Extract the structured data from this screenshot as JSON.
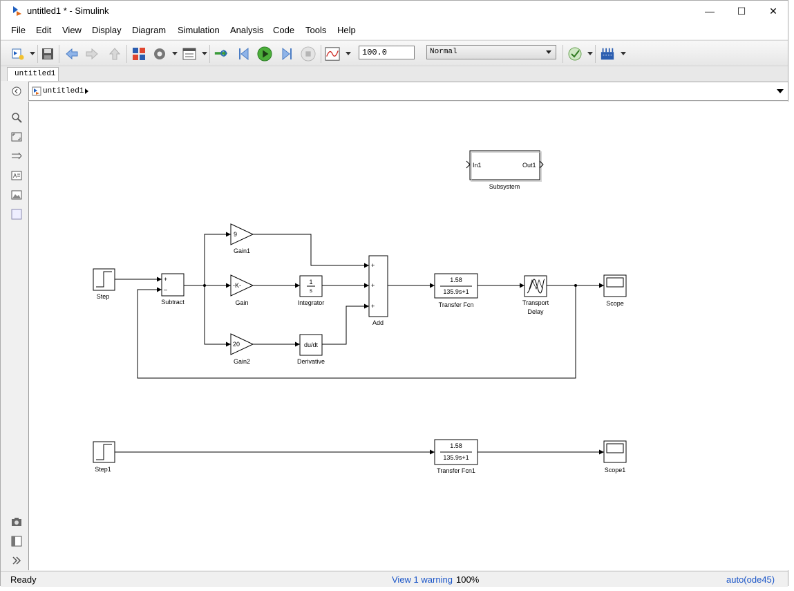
{
  "window": {
    "title": "untitled1 * - Simulink",
    "controls": {
      "minimize": "—",
      "maximize": "☐",
      "close": "✕"
    }
  },
  "menu": {
    "items": [
      "File",
      "Edit",
      "View",
      "Display",
      "Diagram",
      "Simulation",
      "Analysis",
      "Code",
      "Tools",
      "Help"
    ]
  },
  "toolbar": {
    "stop_time": "100.0",
    "sim_mode": "Normal",
    "icons": [
      "new-model-icon",
      "save-icon",
      "back-icon",
      "forward-icon",
      "up-icon",
      "library-browser-icon",
      "model-config-icon",
      "model-explorer-icon",
      "step-back-icon",
      "run-icon",
      "step-forward-icon",
      "stop-icon",
      "data-inspector-icon",
      "model-advisor-icon",
      "build-icon"
    ]
  },
  "tab": {
    "label": "untitled1"
  },
  "address": {
    "path": "untitled1"
  },
  "palette": {
    "icons": [
      "zoom-icon",
      "fit-view-icon",
      "arrow-icon",
      "annotation-icon",
      "image-icon",
      "area-icon",
      "camera-icon",
      "model-browser-icon",
      "expand-icon"
    ]
  },
  "blocks": {
    "subsystem": {
      "label": "Subsystem",
      "in": "In1",
      "out": "Out1"
    },
    "step": {
      "label": "Step"
    },
    "subtract": {
      "label": "Subtract",
      "plus": "+",
      "minus": "–"
    },
    "gain1": {
      "label": "Gain1",
      "value": "9"
    },
    "gain": {
      "label": "Gain",
      "value": "-K-"
    },
    "gain2": {
      "label": "Gain2",
      "value": "20"
    },
    "integrator": {
      "label": "Integrator",
      "num": "1",
      "den": "s"
    },
    "derivative": {
      "label": "Derivative",
      "text": "du/dt"
    },
    "add": {
      "label": "Add",
      "signs": [
        "+",
        "+",
        "+"
      ]
    },
    "tf": {
      "label": "Transfer Fcn",
      "num": "1.58",
      "den": "135.9s+1"
    },
    "delay": {
      "label_line1": "Transport",
      "label_line2": "Delay"
    },
    "scope": {
      "label": "Scope"
    },
    "step1": {
      "label": "Step1"
    },
    "tf1": {
      "label": "Transfer Fcn1",
      "num": "1.58",
      "den": "135.9s+1"
    },
    "scope1": {
      "label": "Scope1"
    }
  },
  "status": {
    "ready": "Ready",
    "warning": "View 1 warning",
    "zoom": "100%",
    "solver": "auto(ode45)"
  }
}
